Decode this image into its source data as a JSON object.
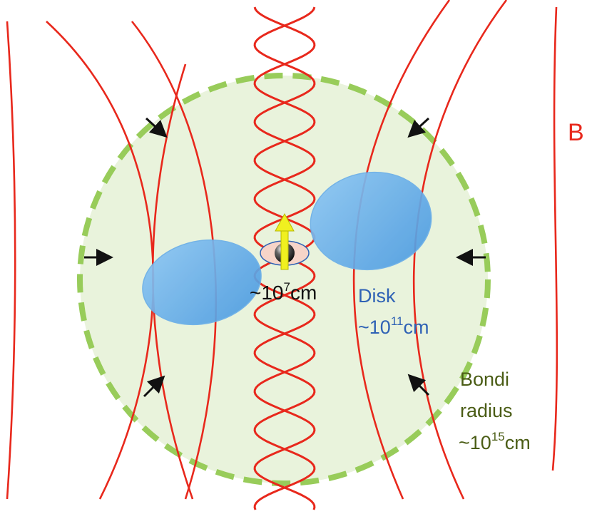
{
  "labels": {
    "field": "B",
    "inner_tilde": "~10",
    "inner_exp": "7",
    "inner_unit": "cm",
    "disk_title": "Disk",
    "disk_tilde": "~10",
    "disk_exp": "11",
    "disk_unit": "cm",
    "bondi_line1": "Bondi",
    "bondi_line2": "radius",
    "bondi_tilde": "~10",
    "bondi_exp": "15",
    "bondi_unit": "cm"
  },
  "colors": {
    "field_lines": "#e8281c",
    "bondi_fill": "#e9f3dc",
    "bondi_stroke": "#98cc5a",
    "disk": "#5aa8e6",
    "disk_label": "#2f62b5",
    "bondi_label": "#4b5d16",
    "jet_arrow": "#f0f020",
    "accretion_arrows": "#111111"
  }
}
